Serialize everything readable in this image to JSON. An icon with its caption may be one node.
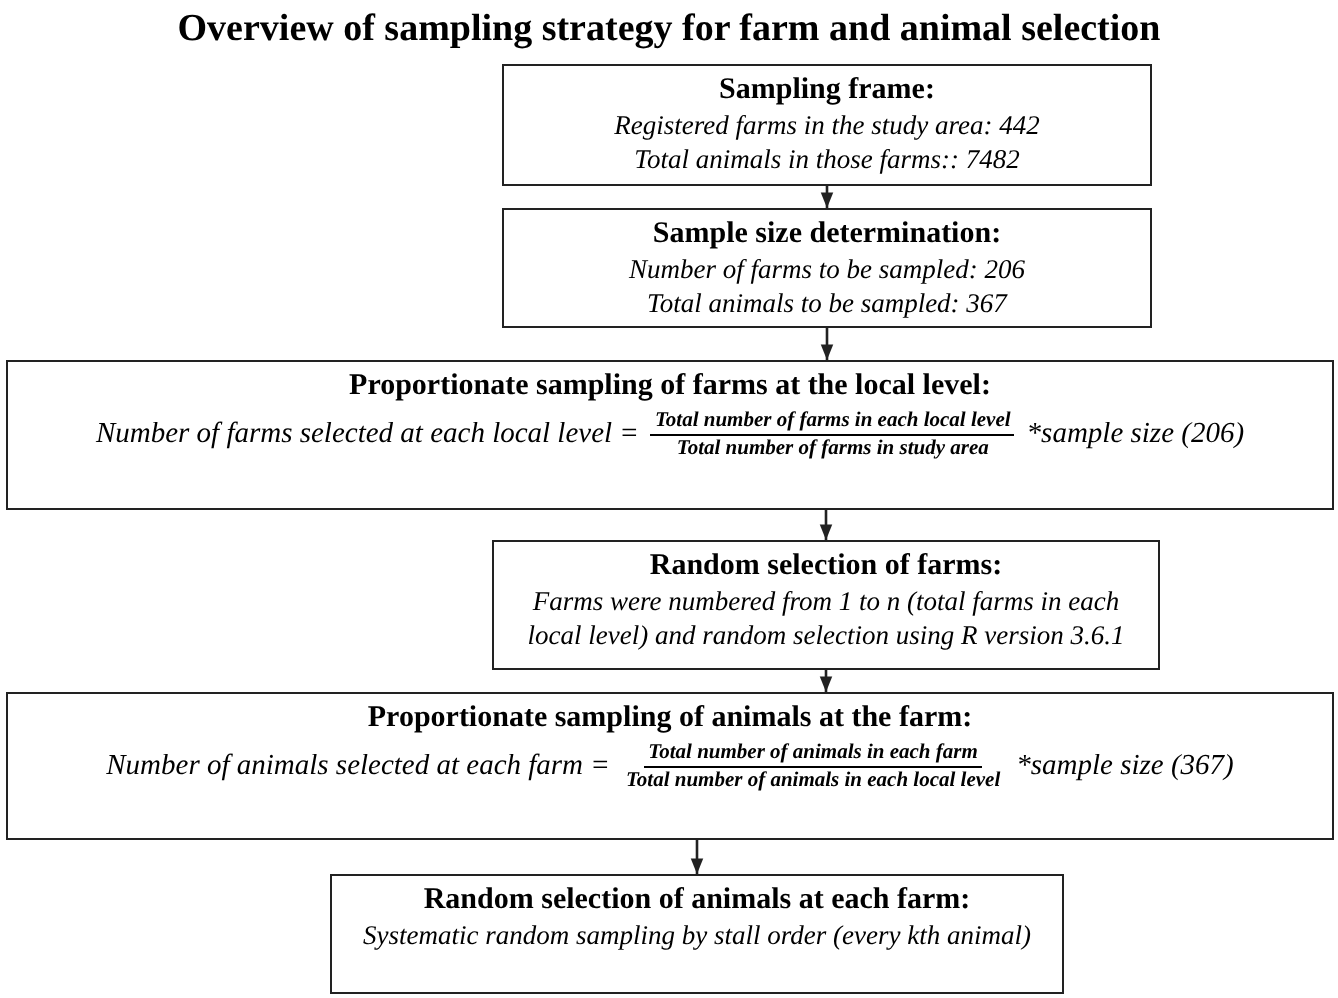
{
  "diagram": {
    "title": "Overview of sampling strategy for farm and animal selection",
    "nodes": [
      {
        "text": [
          "Sampling frame:",
          "Registered farms in the study area: 442",
          "Total animals in those farms:: 7482"
        ]
      },
      {
        "text": [
          "Sample size determination:",
          "Number of farms to be sampled: 206",
          "Total animals  to be sampled: 367"
        ]
      },
      {
        "text": [
          "Proportionate sampling of farms at the local level:",
          "Number of farms selected at each local level =",
          "Total number of farms in each local level",
          "Total number of farms in study area",
          "*sample size (206)"
        ]
      },
      {
        "text": [
          "Random selection of farms:",
          "Farms were numbered from 1 to n (total farms in each local level) and random selection using R version 3.6.1"
        ]
      },
      {
        "text": [
          "Proportionate sampling of animals at the farm:",
          "Number of animals selected at each farm =",
          "Total number of animals in each farm",
          "Total number of animals in each local level",
          "*sample size (367)"
        ]
      },
      {
        "text": [
          "Random selection of animals at each farm:",
          "Systematic random sampling by stall order (every kth animal)"
        ]
      }
    ],
    "edges": [
      {
        "from": 0,
        "to": 1,
        "arrow": "to"
      },
      {
        "from": 1,
        "to": 2,
        "arrow": "to"
      },
      {
        "from": 2,
        "to": 3,
        "arrow": "to"
      },
      {
        "from": 3,
        "to": 4,
        "arrow": "to"
      },
      {
        "from": 4,
        "to": 5,
        "arrow": "to"
      }
    ]
  }
}
